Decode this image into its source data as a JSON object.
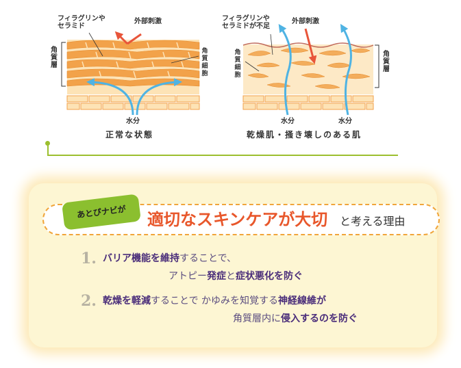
{
  "diagrams": {
    "normal": {
      "label_filaggrin": "フィラグリンや\nセラミド",
      "label_external": "外部刺激",
      "label_stratum": "角質層",
      "label_cells": "角質細胞",
      "label_water": "水分",
      "caption": "正常な状態"
    },
    "dry": {
      "label_filaggrin": "フィラグリンや\nセラミドが不足",
      "label_external": "外部刺激",
      "label_cells": "角質細胞",
      "label_stratum": "角質層",
      "label_water_left": "水分",
      "label_water_right": "水分",
      "caption": "乾燥肌・掻き壊しのある肌"
    },
    "colors": {
      "lipid_orange": "#f2a24a",
      "cell_light": "#fde3b6",
      "arrow_blue": "#4fb3e3",
      "arrow_red": "#e8553a",
      "green": "#9cbf2e"
    }
  },
  "reason_box": {
    "badge": "あとぴナビが",
    "heading": "適切なスキンケアが大切",
    "heading_tail": "と考える理由",
    "items": [
      {
        "number": "1.",
        "line1_bold": "バリア機能を維持",
        "line1_rest": "することで、",
        "line2_light": "アトピー",
        "line2_bold1": "発症",
        "line2_mid": "と",
        "line2_bold2": "症状悪化を防ぐ"
      },
      {
        "number": "2.",
        "line1_bold": "乾燥を軽減",
        "line1_rest": "することで かゆみを知覚する",
        "line1_bold2": "神経線維が",
        "line2_light": "角質層内に",
        "line2_bold": "侵入するのを防ぐ"
      }
    ]
  }
}
